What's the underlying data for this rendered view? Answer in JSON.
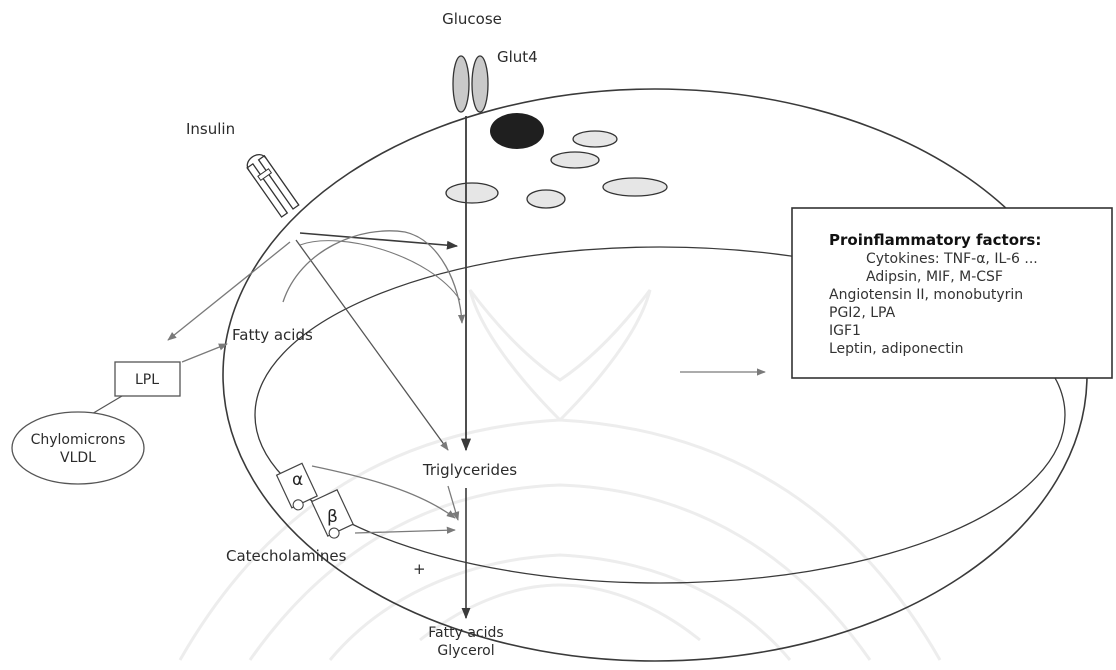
{
  "labels": {
    "glucose": "Glucose",
    "glut4": "Glut4",
    "insulin": "Insulin",
    "fatty_acids_in": "Fatty acids",
    "lpl": "LPL",
    "chylomicrons_line1": "Chylomicrons",
    "chylomicrons_line2": "VLDL",
    "triglycerides": "Triglycerides",
    "alpha": "α",
    "beta": "β",
    "catecholamines": "Catecholamines",
    "plus": "+",
    "fatty_acids_out": "Fatty acids",
    "glycerol": "Glycerol"
  },
  "factors_box": {
    "title": "Proinflammatory factors:",
    "lines": [
      "Cytokines: TNF-α, IL-6 ...",
      "Adipsin, MIF, M-CSF",
      "Angiotensin II, monobutyrin",
      "PGI2, LPA",
      "IGF1",
      "Leptin, adiponectin"
    ]
  },
  "colors": {
    "line": "#3a3a3a",
    "gray_arrow": "#7a7a7a",
    "lipid_fill": "#c9c9c9",
    "nucleus": "#1f1f1f",
    "watermark": "#ededed"
  }
}
